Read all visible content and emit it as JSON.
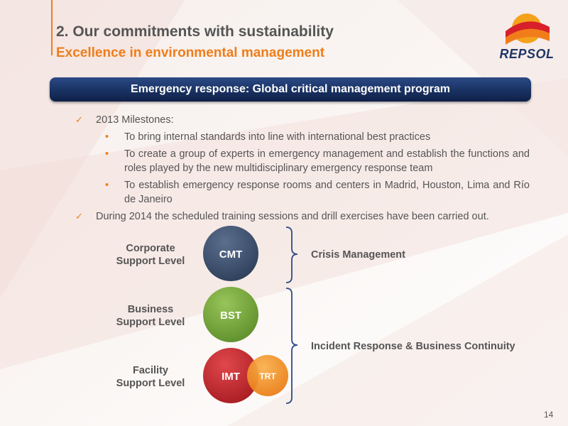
{
  "slide": {
    "title": "2. Our commitments with sustainability",
    "subtitle": "Excellence in environmental management",
    "banner": "Emergency response: Global critical management program",
    "page_number": "14"
  },
  "logo": {
    "text": "REPSOL"
  },
  "bullets": [
    {
      "text": "2013 Milestones:",
      "sub": [
        "To bring internal standards into line with international best practices",
        "To create a group of experts in emergency management and establish the functions and roles played by the new multidisciplinary emergency response team",
        "To establish emergency response rooms and centers in Madrid, Houston, Lima and Río de Janeiro"
      ]
    },
    {
      "text": "During 2014 the scheduled training sessions and drill exercises have been carried out.",
      "sub": []
    }
  ],
  "diagram": {
    "levels": [
      {
        "line1": "Corporate",
        "line2": "Support Level"
      },
      {
        "line1": "Business",
        "line2": "Support Level"
      },
      {
        "line1": "Facility",
        "line2": "Support Level"
      }
    ],
    "circles": {
      "cmt": "CMT",
      "bst": "BST",
      "imt": "IMT",
      "trt": "TRT"
    },
    "groups": {
      "crisis": "Crisis Management",
      "incident": "Incident Response & Business Continuity"
    },
    "colors": {
      "cmt": "#3a4d6a",
      "bst": "#72a33b",
      "imt": "#c0272d",
      "trt": "#f08a1c",
      "bracket": "#2c4a86"
    }
  },
  "theme": {
    "accent": "#f07d1a",
    "navy": "#1c3668",
    "text": "#555555"
  }
}
